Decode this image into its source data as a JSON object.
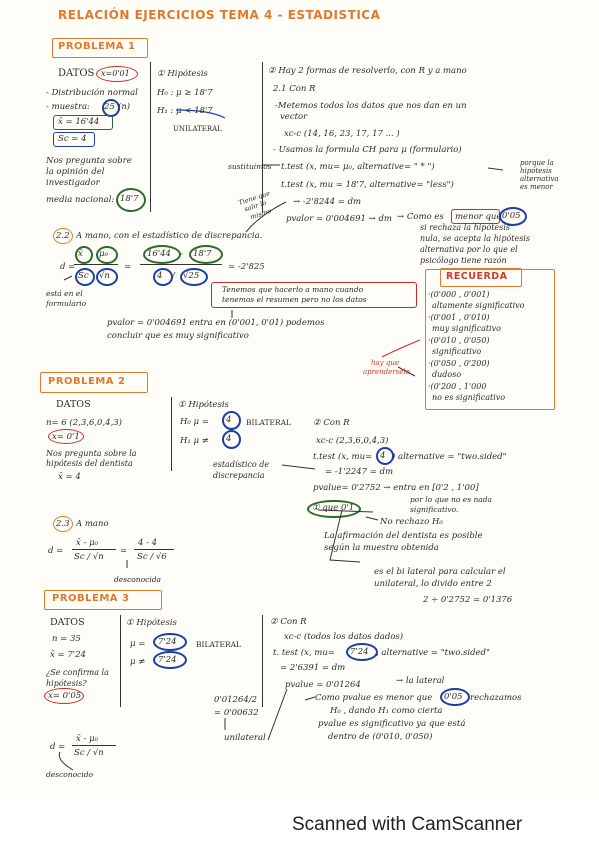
{
  "title": "RELACIÓN EJERCICIOS TEMA 4 - ESTADISTICA",
  "p1": {
    "header": "PROBLEMA 1",
    "datos": "DATOS",
    "x_val": "x=0'01",
    "dist": "- Distribución normal",
    "muestra": "- muestra:",
    "n25": "25",
    "muestra_n": "(n)",
    "xbar": "x̄ = 16'44",
    "sc": "Sc = 4",
    "pregunta": [
      "Nos pregunta sobre",
      "la opinión del",
      "investigador",
      "media nacional:"
    ],
    "media187": "18'7",
    "h_title": "① Hipótesis",
    "h0": "H₀ : μ ≥ 18'7",
    "h1": "H₁ : μ < 18'7",
    "unilateral": "UNILATERAL",
    "formas": "② Hay 2 formas de resolverlo, con R y a mano",
    "s21": "2.1 Con R",
    "metemos": [
      "-Metemos todos los datos que nos dan en un",
      "vector"
    ],
    "xc": "xc-c (14, 16, 23, 17, 17 ... )",
    "usamos": "- Usamos la formula CH para μ (formulario)",
    "sustituimos": "sustituimos",
    "ttest1": "t.test (x, mu= μ₀, alternative= \" * \")",
    "porque": [
      "porque la",
      "hipótesis",
      "alternativa",
      "es menor"
    ],
    "ttest2": "t.test (x, mu = 18'7, alternative= \"less\")",
    "tiene_que": [
      "Tiene que",
      "salir lo",
      "mismo"
    ],
    "dm1": "→ -2'8244 = dm",
    "pvalor1": "pvalor = 0'004691 → dm",
    "como": [
      "→ Como es",
      "menor que",
      "0'05",
      "si rechaza la hipótesis",
      "nula, se acepta la hipótesis",
      "alternativa por lo que el",
      "psicólogo tiene razón"
    ],
    "s22": "2.2",
    "mano": "A mano, con el estadístico de discrepancia.",
    "d_eq": "d =",
    "xbar_sym": "x̄",
    "mu0_sym": "μ₀",
    "sc_sym": "Sc",
    "rootn": "√n",
    "frac_num_a": "16'44",
    "frac_num_b": "18'7",
    "frac_den_a": "4",
    "frac_den_b": "√25",
    "result": "= -2'825",
    "formulario": [
      "está en el",
      "formulario"
    ],
    "tenemos": [
      "Tenemos que hacerlo a mano cuando",
      "tenemos el resumen pero no los datos"
    ],
    "no_word": "no",
    "pvalor_text": [
      "pvalor = 0'004691 entra en (0'001, 0'01) podemos",
      "concluir que es muy significativo"
    ],
    "hay_que": [
      "hay que",
      "aprenderselo"
    ]
  },
  "recuerda": {
    "title": "RECUERDA",
    "lines": [
      "·(0'000 , 0'001)",
      " altamente significativo",
      "·(0'001 , 0'010)",
      " muy significativo",
      "·(0'010 , 0'050)",
      " significativo",
      "·(0'050 , 0'200)",
      " dudoso",
      "·(0'200 , 1'000",
      " no es significativo"
    ]
  },
  "p2": {
    "header": "PROBLEMA 2",
    "datos": "DATOS",
    "n": "n= 6  (2,3,6,0,4,3)",
    "x": "x= 0'1",
    "pregunta": [
      "Nos pregunta sobre la",
      "hipótesis del dentista"
    ],
    "xbar": "x̄ = 4",
    "h_title": "① Hipótesis",
    "h0_a": "H₀  μ =",
    "h1_a": "H₁  μ ≠",
    "four": "4",
    "bilateral": "BILATERAL",
    "estadistico": [
      "estadístico de",
      "discrepancia"
    ],
    "conR": "② Con R",
    "xc": "xc-c (2,3,6,0,4,3)",
    "ttest": "t.test (x, mu=",
    "ttest_b": ") alternative = \"two.sided\"",
    "dm": "= -1'2247 = dm",
    "pvalue": "pvalue= 0'2752 → entra en [0'2 , 1'00]",
    "nada": [
      "por lo que no es nada",
      "significativo."
    ],
    "que01": "① que 0'1",
    "norechazo": "No rechazo H₀",
    "afirmacion": [
      "La afirmación del dentista es posible",
      "según la muestra obtenida"
    ],
    "s23": "2.3",
    "amano": "A mano",
    "d_eq": "d =",
    "d_num": "x̄ - μ₀",
    "d_den": "Sc / √n",
    "c_num": "4 - 4",
    "c_den": "Sc / √6",
    "desconocida": "desconocida",
    "lateral": [
      "es el bi lateral para calcular el",
      "unilateral, lo divido entre 2"
    ],
    "division": "2 ÷ 0'2752 = 0'1376"
  },
  "p3": {
    "header": "PROBLEMA 3",
    "datos": "DATOS",
    "n": "n = 35",
    "xbar": "x̄ = 7'24",
    "confirma": [
      "¿Se confirma la",
      "hipótesis?"
    ],
    "x": "x= 0'05",
    "h_title": "① Hipótesis",
    "h0": "μ =",
    "h1": "μ ≠",
    "val": "7'24",
    "bilateral": "BILATERAL",
    "conR": "② Con R",
    "xc": "xc-c (todos los datos dados)",
    "ttest_a": "t. test (x, mu=",
    "ttest_b": ", alternative = \"two.sided\"",
    "dm": "= 2'6391 = dm",
    "pvalue": "pvalue = 0'01264",
    "lateral": "→ la lateral",
    "como": [
      "Como pvalue es menor que",
      "0'05",
      "rechazamos",
      "H₀ , dando H₁ como cierta",
      "pvalue es significativo ya que está",
      "dentro de (0'010, 0'050)"
    ],
    "calc": [
      "0'01264/2",
      "= 0'00632"
    ],
    "unilateral": "unilateral",
    "d_eq": "d =",
    "d_num": "x̄ - μ₀",
    "d_den": "Sc / √n",
    "desconocido": "desconocido"
  },
  "footer": "Scanned with CamScanner"
}
